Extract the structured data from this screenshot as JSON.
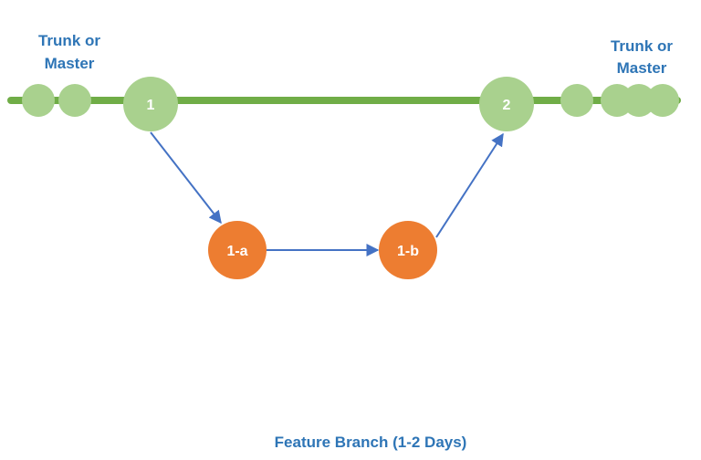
{
  "colors": {
    "trunk": "#70ad47",
    "commit_green": "#a9d18e",
    "commit_orange": "#ed7d31",
    "arrow_blue": "#4472c4",
    "label_blue": "#2e75b6",
    "node_text": "#ffffff"
  },
  "labels": {
    "trunk_left_line1": "Trunk or",
    "trunk_left_line2": "Master",
    "trunk_right_line1": "Trunk or",
    "trunk_right_line2": "Master",
    "caption": "Feature Branch (1-2 Days)"
  },
  "nodes": {
    "trunk_commit_1": "1",
    "trunk_commit_2": "2",
    "branch_commit_1a": "1-a",
    "branch_commit_1b": "1-b"
  }
}
